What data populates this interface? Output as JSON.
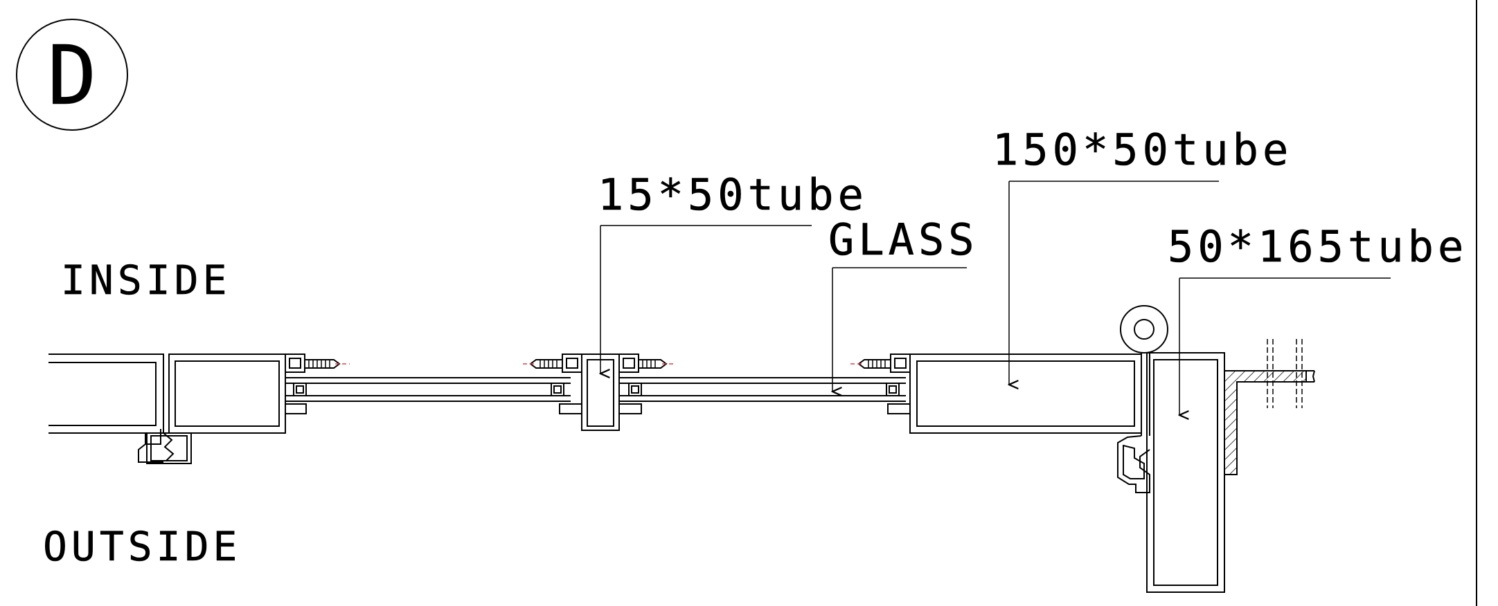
{
  "detail_marker": "D",
  "labels": {
    "inside": "INSIDE",
    "outside": "OUTSIDE",
    "tube_15x50": "15*50tube",
    "glass": "GLASS",
    "tube_150x50": "150*50tube",
    "tube_50x165": "50*165tube"
  },
  "colors": {
    "line": "#000000",
    "centerline": "#e0404a",
    "background": "#ffffff"
  }
}
